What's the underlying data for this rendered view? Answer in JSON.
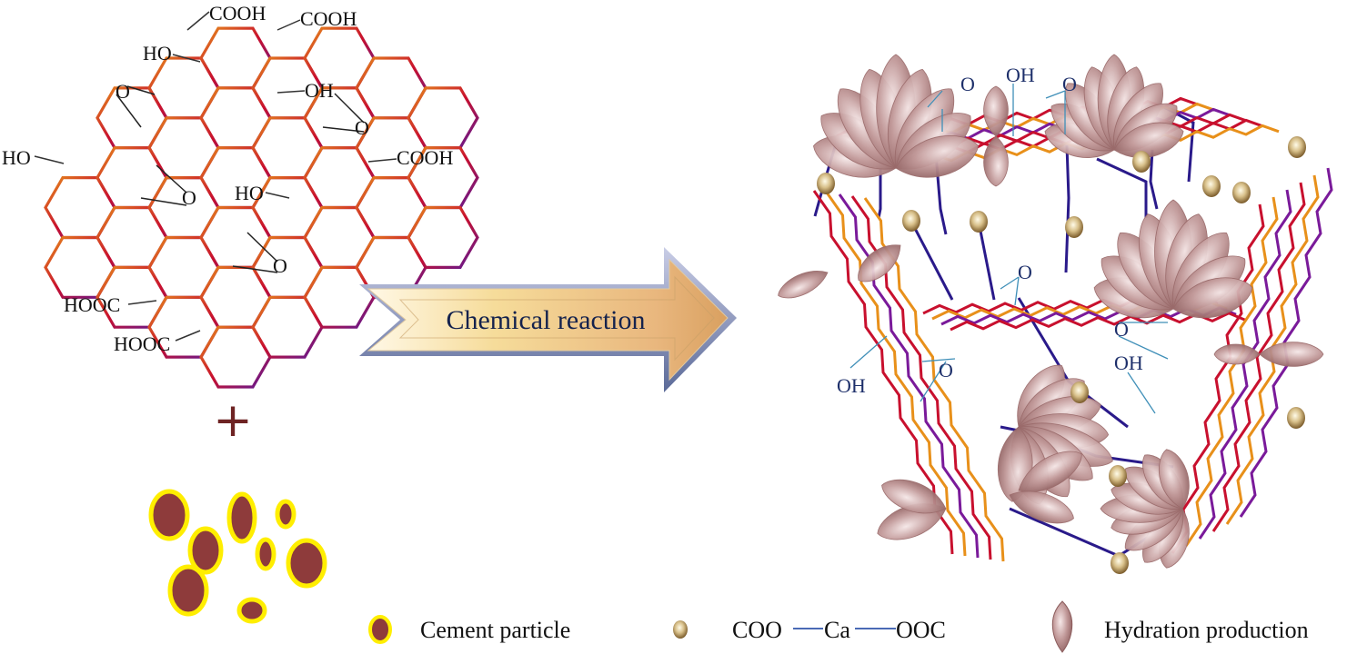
{
  "diagram": {
    "graphene_oxide": {
      "functional_groups": [
        "COOH",
        "COOH",
        "HO",
        "O",
        "OH",
        "O",
        "HO",
        "COOH",
        "O",
        "HO",
        "O",
        "HOOC",
        "HOOC"
      ]
    },
    "plus_sign": "+",
    "arrow": {
      "label": "Chemical reaction"
    },
    "product_structure": {
      "labels": [
        "O",
        "OH",
        "O",
        "O",
        "O",
        "OH",
        "O",
        "OH"
      ]
    },
    "legend": {
      "items": [
        {
          "icon": "cement-particle-icon",
          "label": "Cement particle"
        },
        {
          "icon": "calcium-bridge-icon",
          "label_left": "COO",
          "label_mid": "Ca",
          "label_right": "OOC"
        },
        {
          "icon": "hydration-product-icon",
          "label": "Hydration production"
        }
      ]
    },
    "colors": {
      "hex_bond_red": "#c8102e",
      "hex_bond_orange": "#e8901a",
      "hex_bond_purple": "#5a1a9a",
      "particle_fill": "#8e3b3b",
      "particle_ring": "#ffee00",
      "petal": "#b98c8c",
      "link_navy": "#2a1a8a",
      "label_blue": "#1d2f6a"
    }
  }
}
